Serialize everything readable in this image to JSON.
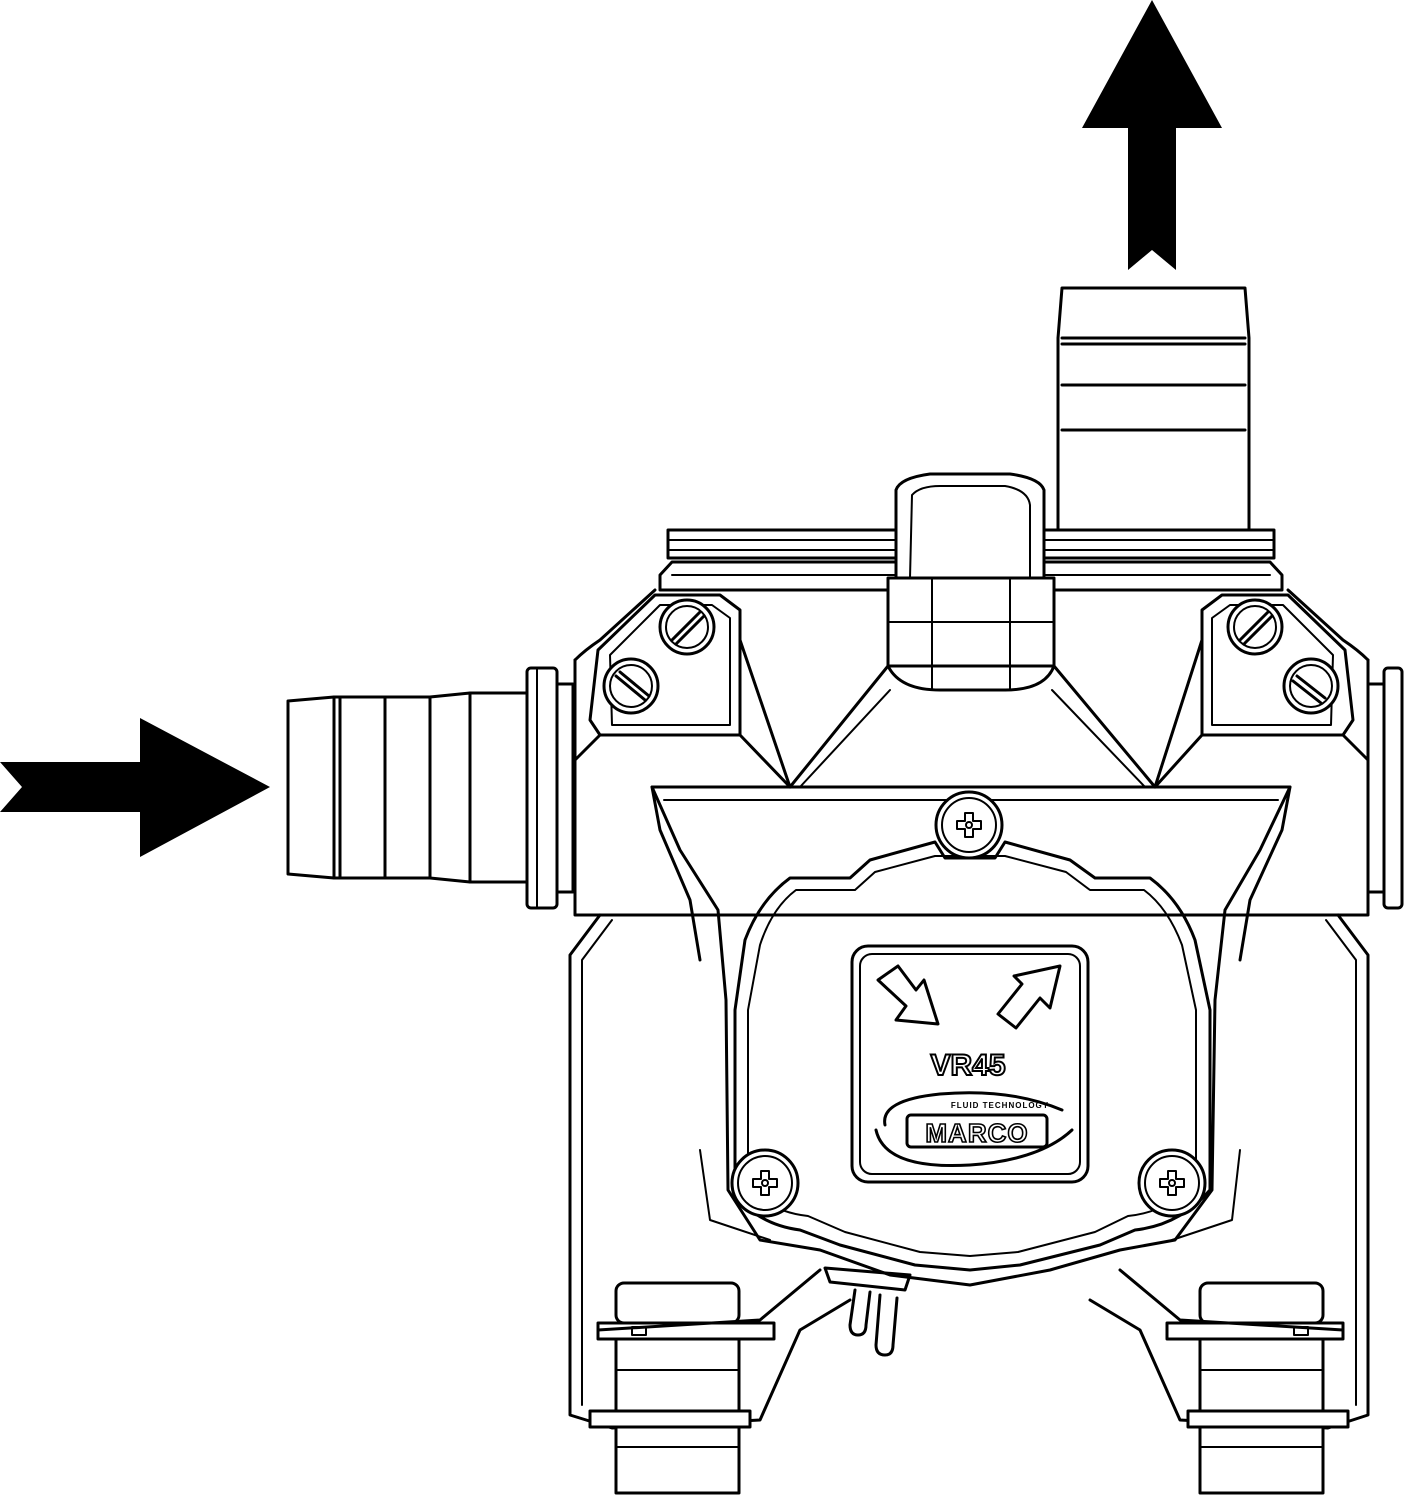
{
  "diagram": {
    "product_model": "VR45",
    "brand": {
      "name": "MARCO",
      "tagline": "FLUID TECHNOLOGY"
    },
    "flow": {
      "inlet_direction": "right",
      "outlet_direction": "up"
    },
    "colors": {
      "line": "#000000",
      "background": "#ffffff"
    }
  }
}
